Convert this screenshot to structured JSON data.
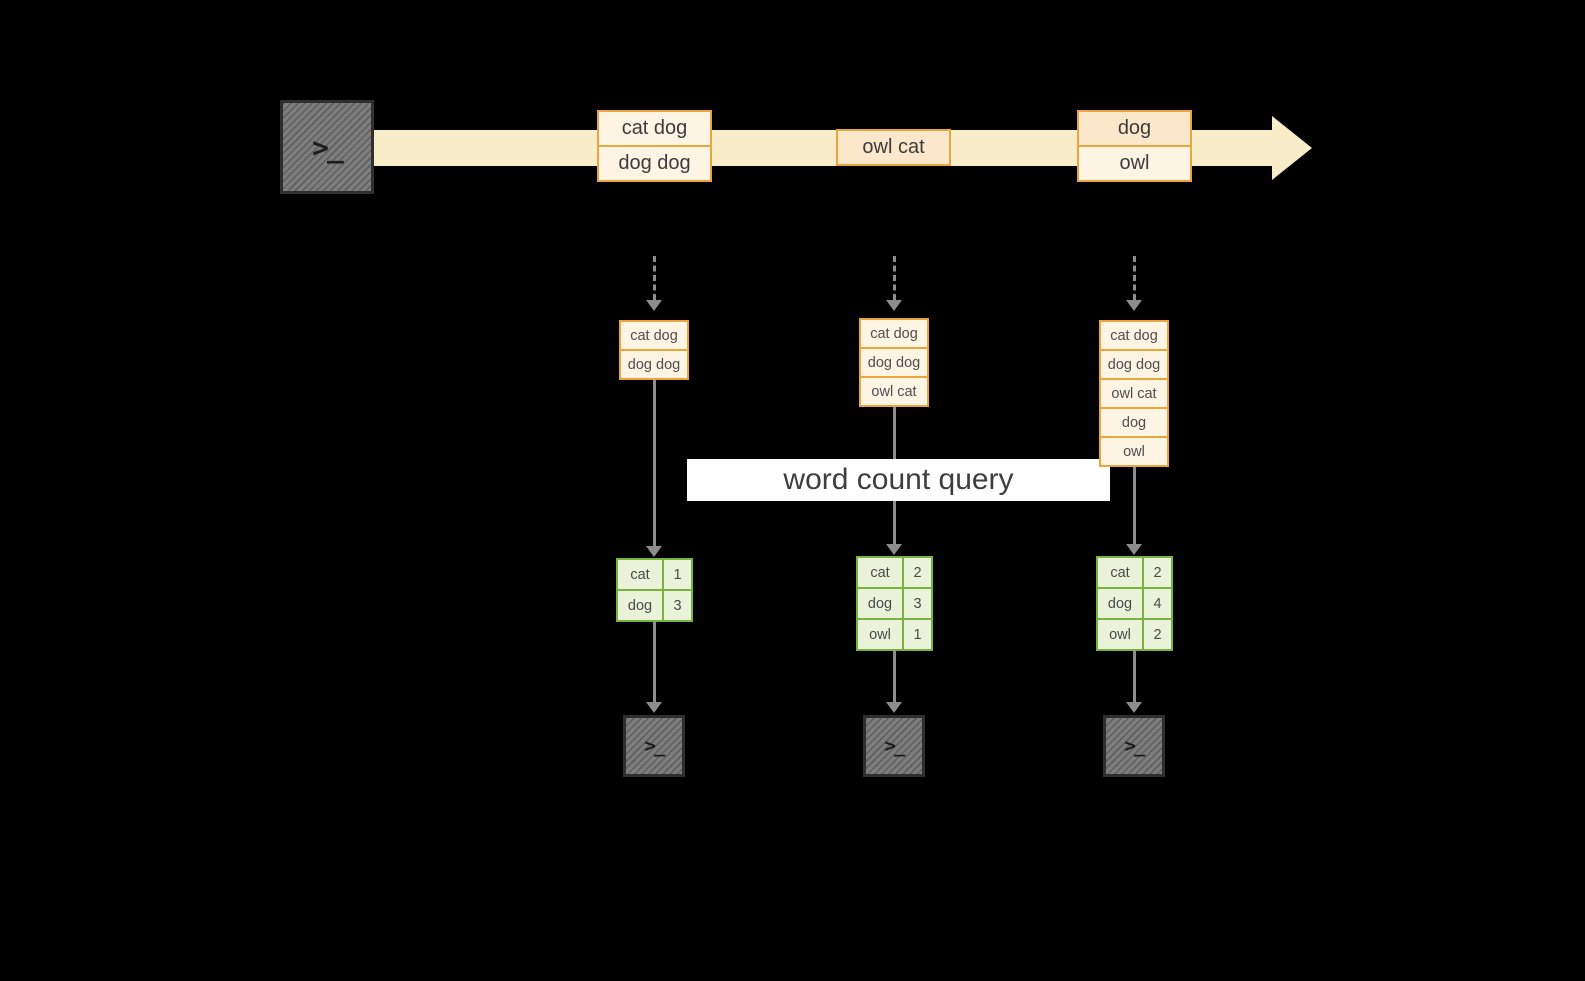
{
  "banner": {
    "label": "word count query"
  },
  "icons": {
    "terminal_prompt": ">_"
  },
  "stream": {
    "groups": [
      [
        "cat dog",
        "dog dog"
      ],
      [
        "owl cat"
      ],
      [
        "dog",
        "owl"
      ]
    ]
  },
  "columns": [
    {
      "stack": [
        "cat dog",
        "dog dog"
      ],
      "table": [
        [
          "cat",
          "1"
        ],
        [
          "dog",
          "3"
        ]
      ]
    },
    {
      "stack": [
        "cat dog",
        "dog dog",
        "owl cat"
      ],
      "table": [
        [
          "cat",
          "2"
        ],
        [
          "dog",
          "3"
        ],
        [
          "owl",
          "1"
        ]
      ]
    },
    {
      "stack": [
        "cat dog",
        "dog dog",
        "owl cat",
        "dog",
        "owl"
      ],
      "table": [
        [
          "cat",
          "2"
        ],
        [
          "dog",
          "4"
        ],
        [
          "owl",
          "2"
        ]
      ]
    }
  ],
  "colors": {
    "background": "#000000",
    "stream_band": "#f8edc8",
    "record_border": "#eaa63c",
    "record_fill": "#fdf4e4",
    "record_fill_alt": "#fbe8cb",
    "table_green": "#79b33f",
    "table_fill": "#eaf3da",
    "arrow_gray": "#8d8d8d",
    "terminal_gray": "#7d7d7d",
    "banner_bg": "#ffffff"
  }
}
